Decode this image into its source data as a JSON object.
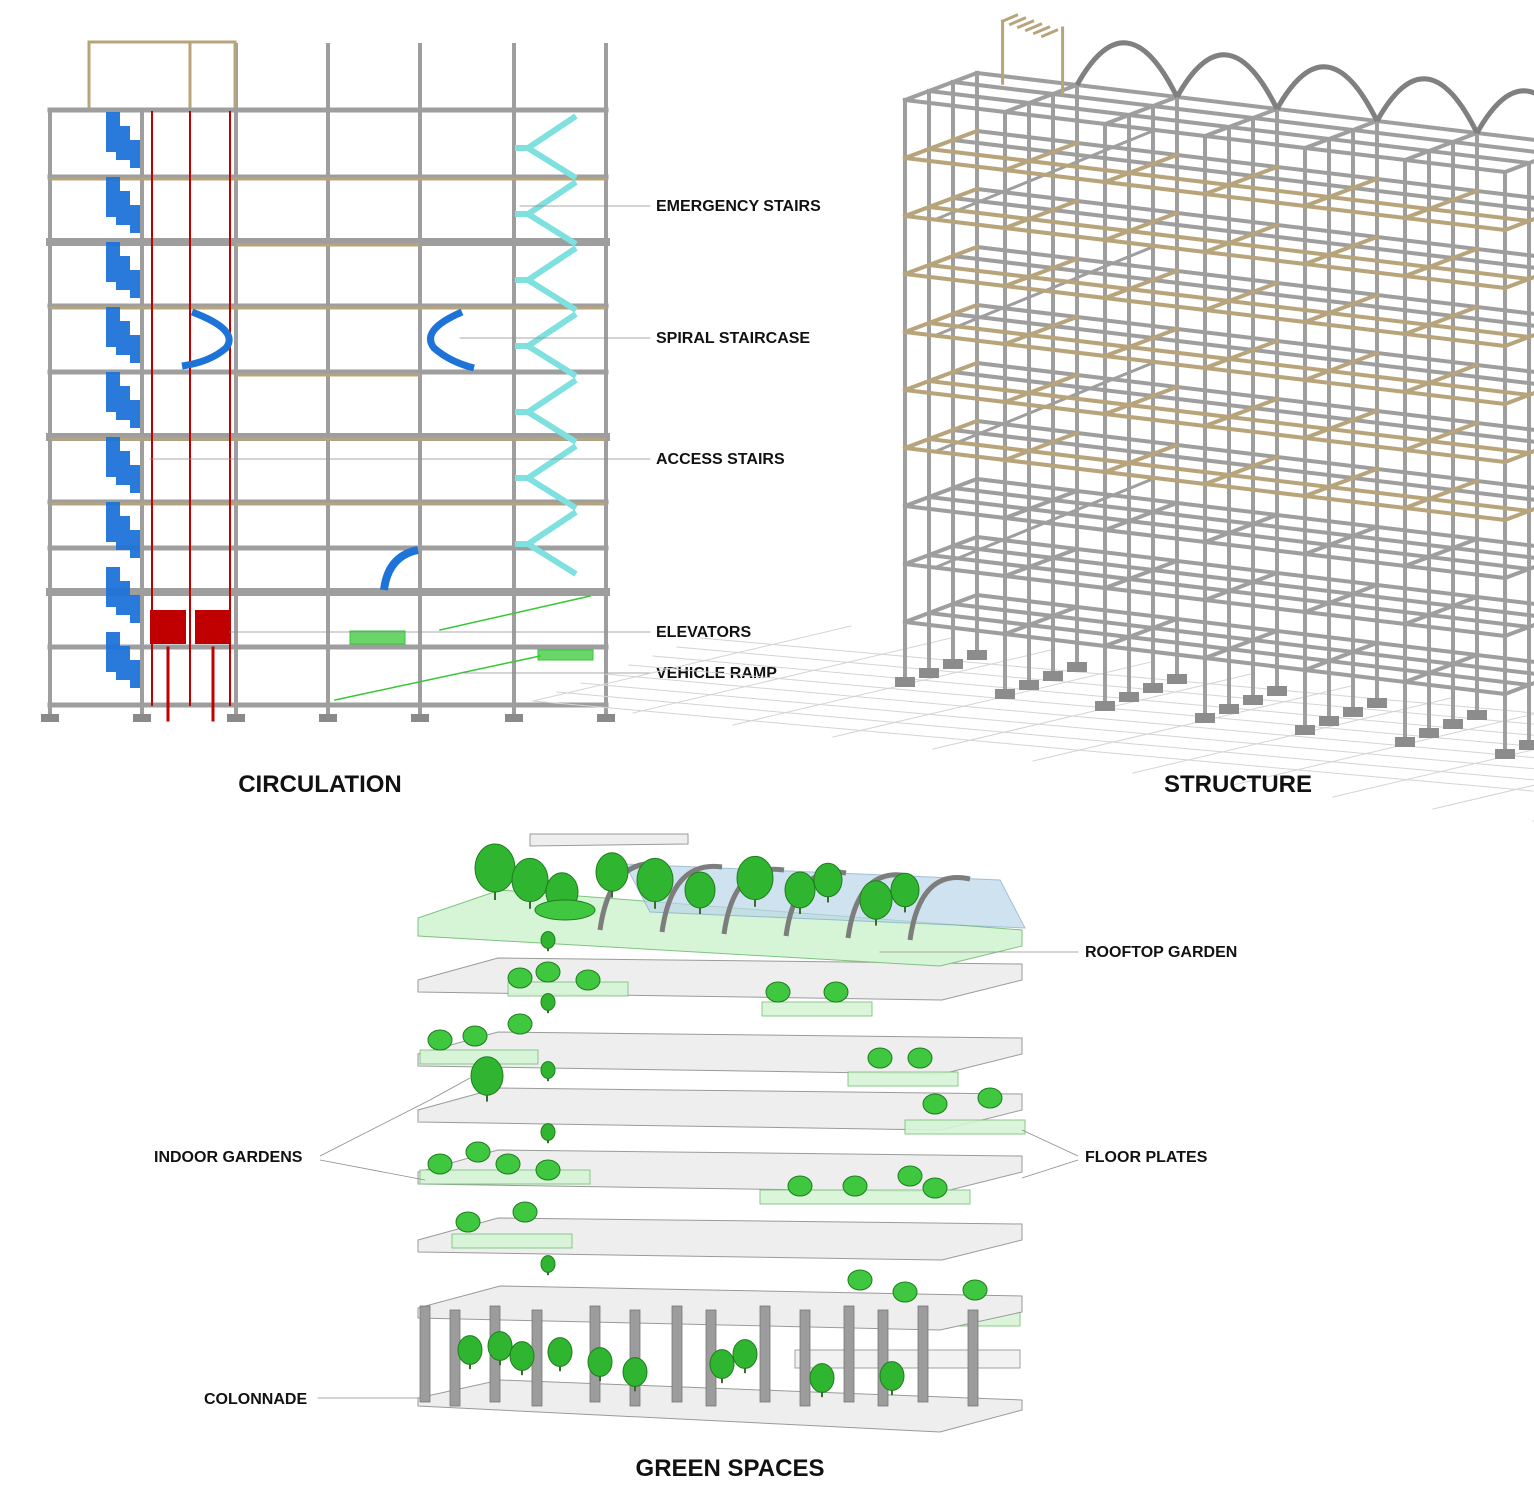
{
  "panels": {
    "circulation": {
      "title": "CIRCULATION",
      "labels": {
        "emergency_stairs": "EMERGENCY STAIRS",
        "spiral_staircase": "SPIRAL STAIRCASE",
        "access_stairs": "ACCESS STAIRS",
        "elevators": "ELEVATORS",
        "vehicle_ramp": "VEHICLE RAMP"
      }
    },
    "structure": {
      "title": "STRUCTURE"
    },
    "green_spaces": {
      "title": "GREEN SPACES",
      "labels": {
        "rooftop_garden": "ROOFTOP GARDEN",
        "indoor_gardens": "INDOOR GARDENS",
        "floor_plates": "FLOOR PLATES",
        "colonnade": "COLONNADE"
      }
    }
  },
  "colors": {
    "steel_frame": "#9e9e9e",
    "timber_beams": "#b8a47a",
    "access_stairs": "#1e73d8",
    "emergency_stairs": "#7fe0e0",
    "elevators": "#c00000",
    "vehicle_ramp": "#32c832",
    "planting": "#2fb52f",
    "garden_slab": "#d6f5d6",
    "floor_plate": "#eeeeee",
    "glazing": "#bcd6ea",
    "leader_line": "#8c8c8c",
    "text": "#111111"
  }
}
